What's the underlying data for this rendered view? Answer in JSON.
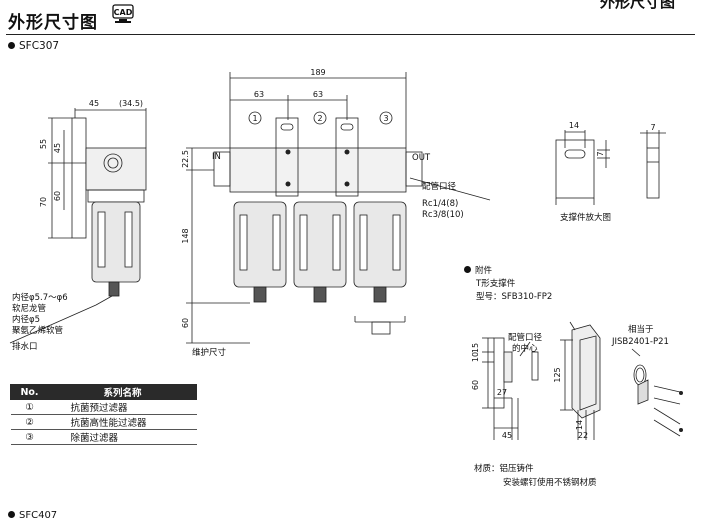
{
  "header": {
    "title": "外形尺寸图",
    "cad_badge": "CAD",
    "top_right": "外形尺寸图"
  },
  "model": "SFC307",
  "dims": {
    "d45": "45",
    "d34_5": "(34.5)",
    "d55": "55",
    "d45v": "45",
    "d70": "70",
    "d60": "60",
    "d189": "189",
    "d63a": "63",
    "d63b": "63",
    "d22_5": "22.5",
    "d148": "148",
    "d60b": "60",
    "d14": "14",
    "d7a": "7",
    "d7b": "7",
    "d15": "15",
    "d10": "10",
    "d45c": "45",
    "d60c": "60",
    "d27": "27",
    "d45d": "45",
    "d125": "125",
    "d14b": "14",
    "d22": "22"
  },
  "callouts": {
    "c1": "1",
    "c2": "2",
    "c3": "3"
  },
  "labels": {
    "in": "IN",
    "out": "OUT",
    "port": "配管口径",
    "rc14": "Rc1/4(8)",
    "rc38": "Rc3/8(10)",
    "tube1": "内径φ5.7～φ6",
    "tube2": "软尼龙管",
    "tube3": "内径φ5",
    "tube4": "聚氨乙烯软管",
    "drain": "排水口",
    "maint": "维护尺寸",
    "bracket_zoom": "支撑件放大图",
    "acc_title": "附件",
    "acc_item": "T形支撑件",
    "acc_model": "型号：SFB310-FP2",
    "port_center1": "配管口径",
    "port_center2": "的中心",
    "equiv1": "相当于",
    "equiv2": "JISB2401-P21",
    "material1": "材质：铝压铸件",
    "material2": "安装螺钉使用不锈钢材质"
  },
  "table": {
    "headers": [
      "No.",
      "系列名称"
    ],
    "rows": [
      [
        "①",
        "抗菌预过滤器"
      ],
      [
        "②",
        "抗菌高性能过滤器"
      ],
      [
        "③",
        "除菌过滤器"
      ]
    ]
  },
  "footer": "SFC407"
}
